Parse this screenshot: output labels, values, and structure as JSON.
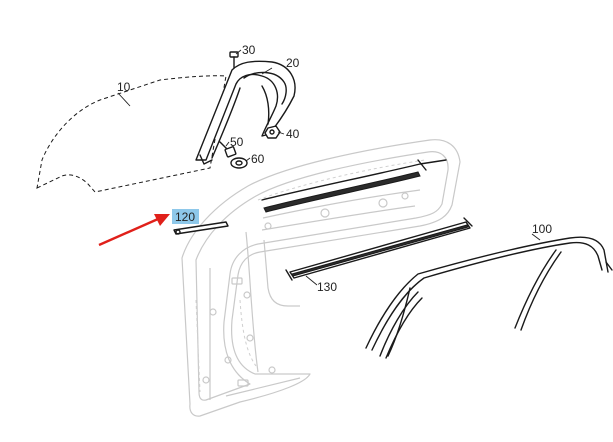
{
  "callouts": {
    "c10": "10",
    "c20": "20",
    "c30": "30",
    "c40": "40",
    "c50": "50",
    "c60": "60",
    "c100": "100",
    "c120": "120",
    "c130": "130"
  },
  "highlight": {
    "label": "120",
    "color": "#8ec8ea"
  },
  "arrow_color": "#e0201a"
}
